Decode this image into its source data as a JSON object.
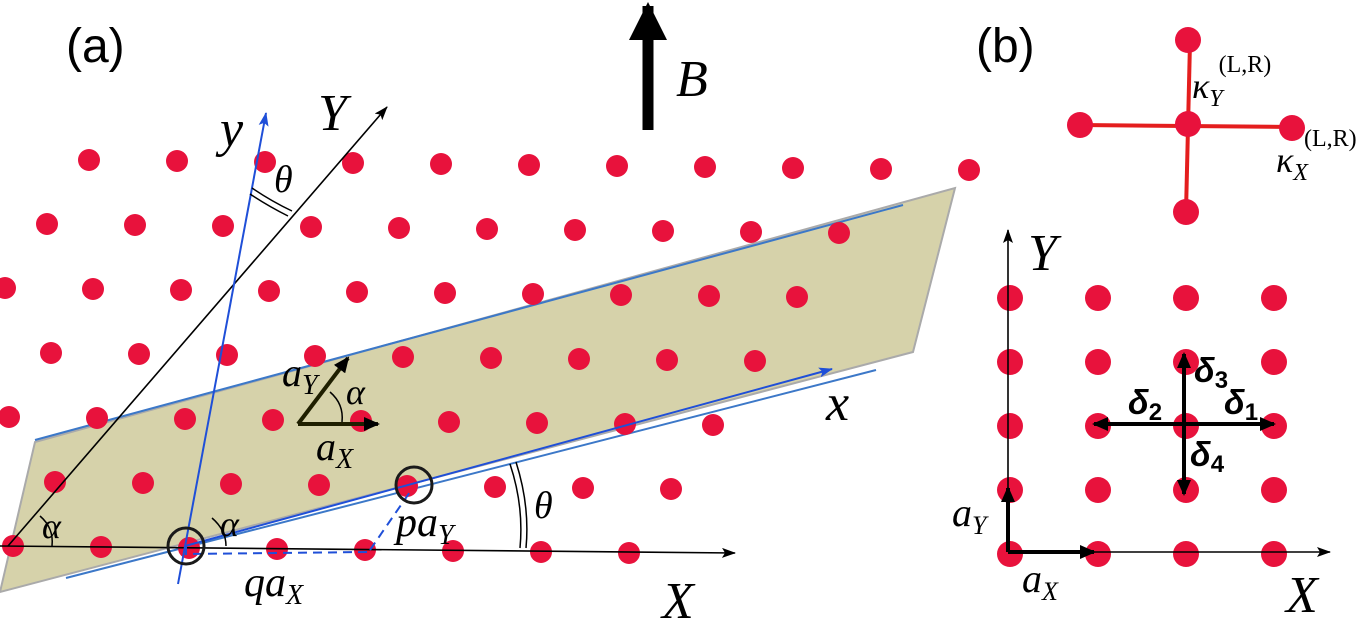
{
  "colors": {
    "lattice_point": "#e8123c",
    "strip_fill": "#d6d2aa",
    "strip_stroke": "#3c78c8",
    "blue_axis": "#1f4fd8",
    "red_link": "#e41e1e",
    "black": "#000000"
  },
  "panel_a": {
    "label": "(a)",
    "field_label": "B",
    "axis_X": "X",
    "axis_Y": "Y",
    "axis_x": "x",
    "axis_y": "y",
    "theta": "θ",
    "alpha": "α",
    "vec_aY_main": "a",
    "vec_aY_sub": "Y",
    "vec_aX_main": "a",
    "vec_aX_sub": "X",
    "q_label_pre": "q",
    "q_label_main": "a",
    "q_label_sub": "X",
    "p_label_pre": "p",
    "p_label_main": "a",
    "p_label_sub": "Y"
  },
  "panel_b": {
    "label": "(b)",
    "kappaY_main": "κ",
    "kappaY_sub": "Y",
    "kappaY_sup": "(L,R)",
    "kappaX_main": "κ",
    "kappaX_sub": "X",
    "kappaX_sup": "(L,R)",
    "axis_X": "X",
    "axis_Y": "Y",
    "delta1": "δ",
    "delta1_sub": "1",
    "delta2": "δ",
    "delta2_sub": "2",
    "delta3": "δ",
    "delta3_sub": "3",
    "delta4": "δ",
    "delta4_sub": "4",
    "aY_main": "a",
    "aY_sub": "Y",
    "aX_main": "a",
    "aX_sub": "X"
  }
}
